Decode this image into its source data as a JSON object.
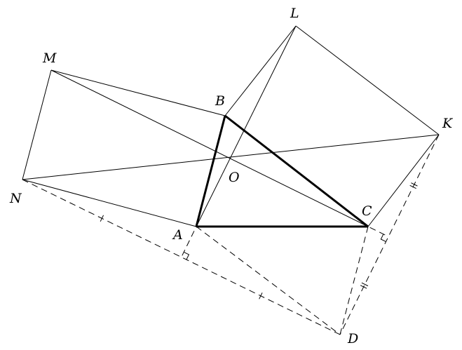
{
  "diagram": {
    "points": {
      "A": "A",
      "B": "B",
      "C": "C",
      "D": "D",
      "K": "K",
      "L": "L",
      "M": "M",
      "N": "N",
      "O": "O"
    },
    "colors": {
      "stroke": "#000000",
      "background": "#ffffff"
    }
  }
}
